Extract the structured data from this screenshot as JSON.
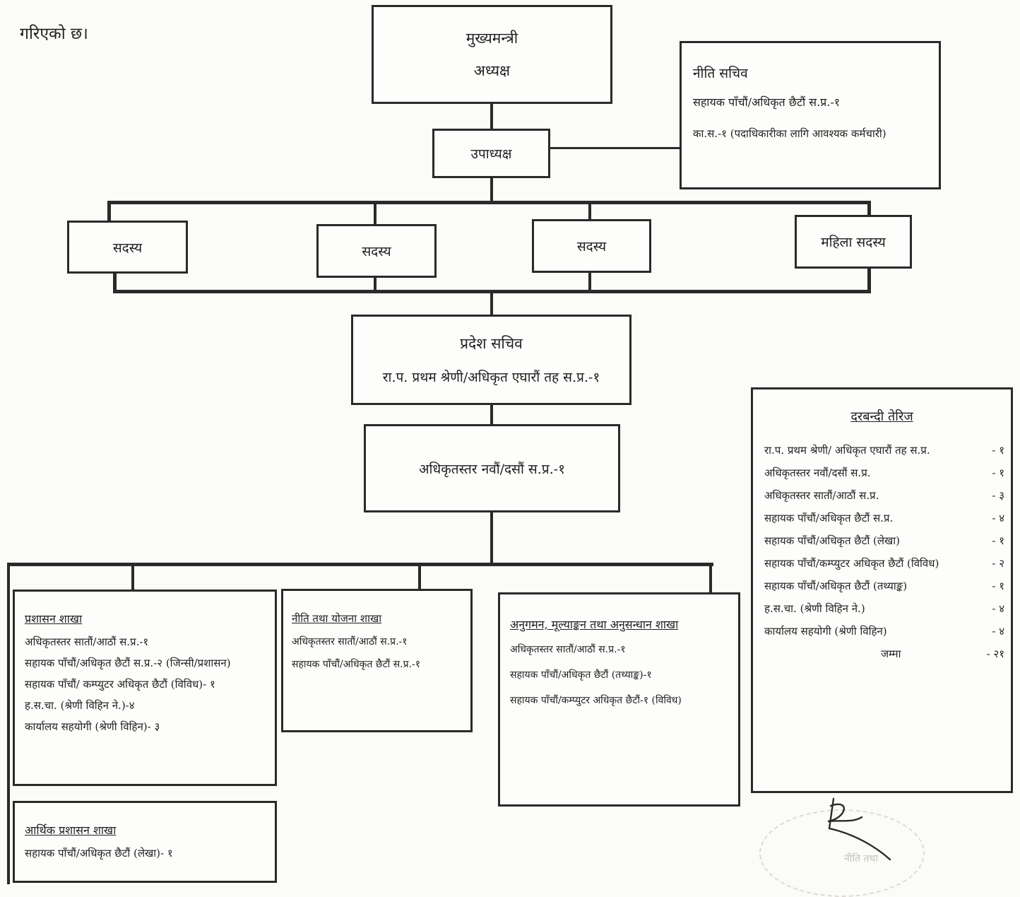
{
  "intro_text": "गरिएको छ।",
  "chief_minister": {
    "line1": "मुख्यमन्त्री",
    "line2": "अध्यक्ष"
  },
  "policy_secretary": {
    "title": "नीति सचिव",
    "line1": "सहायक पाँचौं/अधिकृत छैटौं स.प्र.-१",
    "line2": "का.स.-१ (पदाधिकारीका लागि आवश्यक कर्मचारी)"
  },
  "vice_chair": "उपाध्यक्ष",
  "members": [
    "सदस्य",
    "सदस्य",
    "सदस्य",
    "महिला सदस्य"
  ],
  "province_secretary": {
    "title": "प्रदेश सचिव",
    "line2": "रा.प. प्रथम श्रेणी/अधिकृत एघारौं तह स.प्र.-१"
  },
  "officer_box": "अधिकृतस्तर नवौं/दसौं स.प्र.-१",
  "admin_branch": {
    "title": "प्रशासन शाखा",
    "lines": [
      "अधिकृतस्तर सातौं/आठौं स.प्र.-१",
      "सहायक पाँचौं/अधिकृत छैटौं स.प्र.-२ (जिन्सी/प्रशासन)",
      "सहायक पाँचौं/ कम्प्युटर अधिकृत छैटौं (विविध)- १",
      "ह.स.चा. (श्रेणी विहिन ने.)-४",
      "कार्यालय सहयोगी (श्रेणी विहिन)- ३"
    ]
  },
  "finance_branch": {
    "title": "आर्थिक प्रशासन शाखा",
    "lines": [
      "सहायक पाँचौं/अधिकृत छैटौं (लेखा)- १"
    ]
  },
  "policy_branch": {
    "title": "नीति तथा योजना शाखा",
    "lines": [
      "अधिकृतस्तर सातौं/आठौं स.प्र.-१",
      "सहायक पाँचौं/अधिकृत छैटौं स.प्र.-१"
    ]
  },
  "monitoring_branch": {
    "title": "अनुगमन, मूल्याङ्कन तथा अनुसन्धान शाखा",
    "lines": [
      "अधिकृतस्तर सातौं/आठौं स.प्र.-१",
      "सहायक पाँचौं/अधिकृत छैटौं (तथ्याङ्क)-१",
      "सहायक पाँचौं/कम्प्युटर अधिकृत छैटौं-१ (विविध)"
    ]
  },
  "staffing": {
    "title": "दरबन्दी तेरिज",
    "rows": [
      {
        "label": "रा.प. प्रथम श्रेणी/ अधिकृत एघारौं तह स.प्र.",
        "value": "- १"
      },
      {
        "label": "अधिकृतस्तर नवौं/दसौं स.प्र.",
        "value": "- १"
      },
      {
        "label": "अधिकृतस्तर सातौं/आठौं स.प्र.",
        "value": "- ३"
      },
      {
        "label": "सहायक पाँचौं/अधिकृत छैटौं स.प्र.",
        "value": "- ४"
      },
      {
        "label": "सहायक पाँचौं/अधिकृत छैटौं (लेखा)",
        "value": "- १"
      },
      {
        "label": "सहायक पाँचौं/कम्प्युटर अधिकृत छैटौं (विविध)",
        "value": "- २"
      },
      {
        "label": "सहायक पाँचौं/अधिकृत छैटौं (तथ्याङ्क)",
        "value": "- १"
      },
      {
        "label": "ह.स.चा. (श्रेणी विहिन ने.)",
        "value": "- ४"
      },
      {
        "label": "कार्यालय सहयोगी (श्रेणी विहिन)",
        "value": "- ४"
      }
    ],
    "total_label": "जम्मा",
    "total_value": "- २१"
  },
  "seal_text": "नीति तथा"
}
